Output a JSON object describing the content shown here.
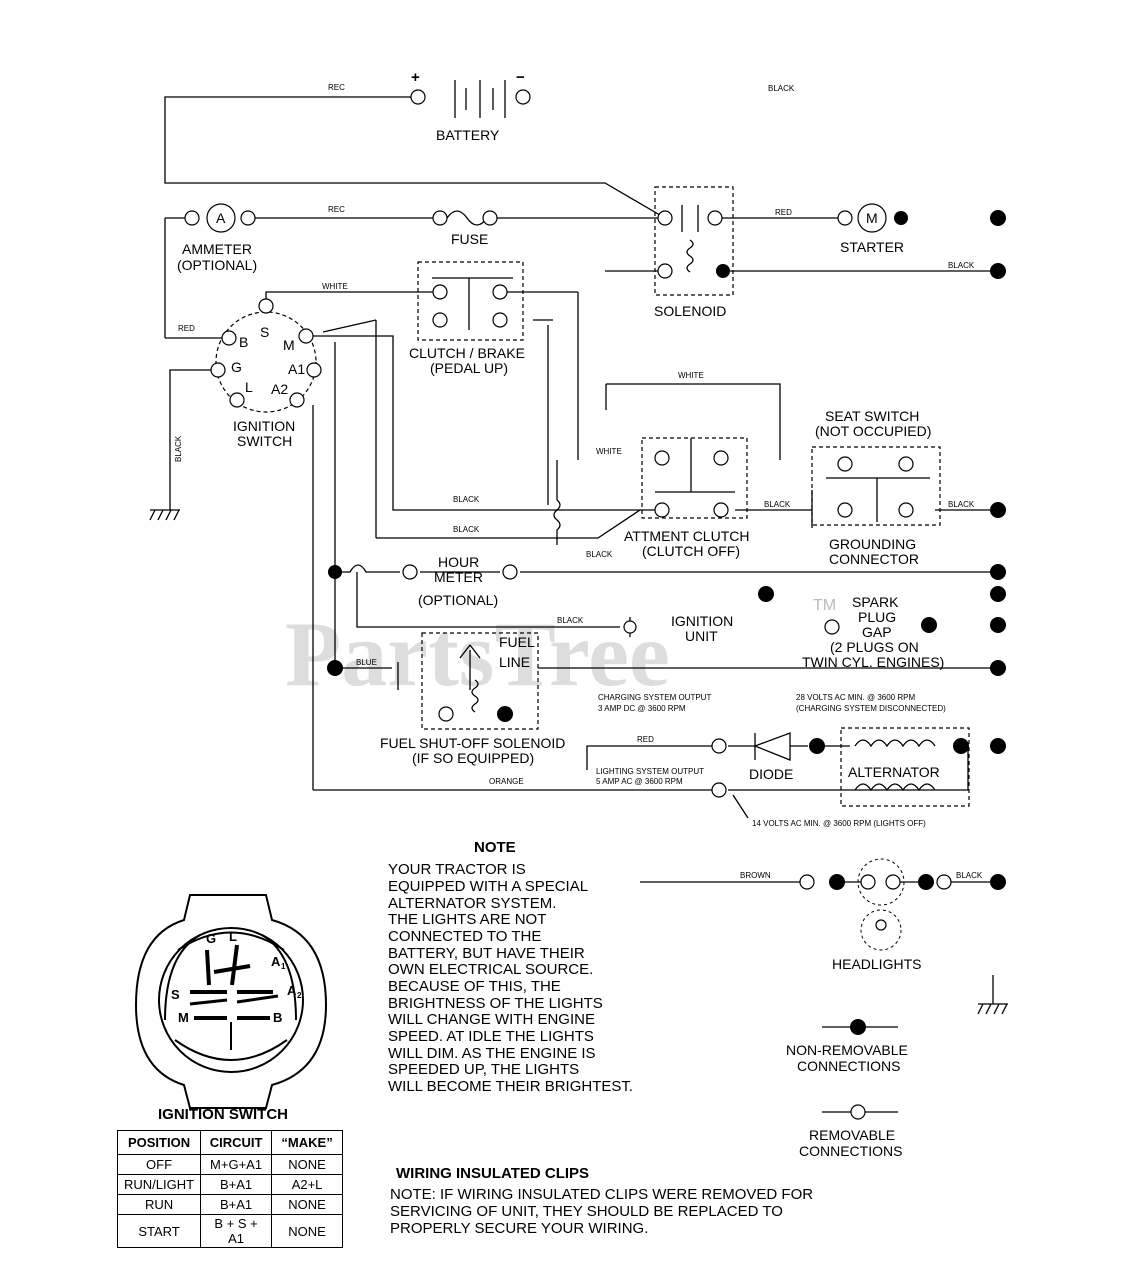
{
  "watermark": "PartsTree",
  "watermark_tm": "TM",
  "components": {
    "battery": "BATTERY",
    "battery_plus": "+",
    "battery_minus": "−",
    "ammeter_symbol": "A",
    "ammeter": "AMMETER",
    "ammeter_optional": "(OPTIONAL)",
    "fuse": "FUSE",
    "solenoid": "SOLENOID",
    "starter_symbol": "M",
    "starter": "STARTER",
    "clutch_brake": "CLUTCH / BRAKE",
    "clutch_brake_sub": "(PEDAL UP)",
    "ignition_switch_1": "IGNITION",
    "ignition_switch_2": "SWITCH",
    "seat_switch": "SEAT SWITCH",
    "seat_switch_sub": "(NOT OCCUPIED)",
    "attment_clutch": "ATTMENT CLUTCH",
    "attment_clutch_sub": "(CLUTCH OFF)",
    "grounding_1": "GROUNDING",
    "grounding_2": "CONNECTOR",
    "hour_meter_1": "HOUR",
    "hour_meter_2": "METER",
    "hour_meter_sub": "(OPTIONAL)",
    "ignition_unit_1": "IGNITION",
    "ignition_unit_2": "UNIT",
    "spark_1": "SPARK",
    "spark_2": "PLUG",
    "spark_3": "GAP",
    "spark_4": "(2 PLUGS ON",
    "spark_5": "TWIN CYL. ENGINES)",
    "fuel_line_1": "FUEL",
    "fuel_line_2": "LINE",
    "fuel_solenoid": "FUEL SHUT-OFF SOLENOID",
    "fuel_solenoid_sub": "(IF SO EQUIPPED)",
    "charging_output_1": "CHARGING SYSTEM OUTPUT",
    "charging_output_2": "3 AMP DC @ 3600 RPM",
    "ac_min_1": "28 VOLTS AC MIN. @ 3600 RPM",
    "ac_min_2": "(CHARGING SYSTEM DISCONNECTED)",
    "diode": "DIODE",
    "alternator": "ALTERNATOR",
    "lighting_output_1": "LIGHTING SYSTEM OUTPUT",
    "lighting_output_2": "5 AMP AC @ 3600 RPM",
    "lights_off": "14 VOLTS AC MIN. @ 3600 RPM (LIGHTS OFF)",
    "headlights": "HEADLIGHTS",
    "non_removable_1": "NON-REMOVABLE",
    "non_removable_2": "CONNECTIONS",
    "removable_1": "REMOVABLE",
    "removable_2": "CONNECTIONS"
  },
  "terminals": {
    "B": "B",
    "S": "S",
    "M": "M",
    "G": "G",
    "L": "L",
    "A1": "A1",
    "A2": "A2"
  },
  "switch_face": {
    "G": "G",
    "L": "L",
    "A1": "A",
    "A1_sub": "1",
    "S": "S",
    "A2": "A",
    "A2_sub": "2",
    "M": "M",
    "B": "B"
  },
  "wires": {
    "red_top": "REC",
    "black_top": "BLACK",
    "red_fuse": "REC",
    "red_starter": "RED",
    "black_solenoid": "BLACK",
    "white_clutch": "WHITE",
    "red_switch": "RED",
    "black_ground": "BLACK",
    "white_seat": "WHITE",
    "white_att": "WHITE",
    "black_1": "BLACK",
    "black_2": "BLACK",
    "black_3": "BLACK",
    "black_seat_l": "BLACK",
    "black_seat_r": "BLACK",
    "black_ign_unit": "BLACK",
    "blue": "BLUE",
    "red_charge": "RED",
    "orange": "ORANGE",
    "brown": "BROWN",
    "black_head": "BLACK"
  },
  "note": {
    "title": "NOTE",
    "lines": [
      "YOUR TRACTOR IS",
      "EQUIPPED WITH A SPECIAL",
      "ALTERNATOR SYSTEM.",
      "THE LIGHTS ARE NOT",
      "CONNECTED TO THE",
      "BATTERY, BUT HAVE THEIR",
      "OWN ELECTRICAL SOURCE.",
      "BECAUSE OF THIS, THE",
      "BRIGHTNESS OF THE LIGHTS",
      "WILL CHANGE WITH ENGINE",
      "SPEED.  AT IDLE THE LIGHTS",
      "WILL DIM.  AS THE ENGINE IS",
      "SPEEDED UP, THE LIGHTS",
      "WILL BECOME THEIR BRIGHTEST."
    ]
  },
  "clips": {
    "title": "WIRING INSULATED CLIPS",
    "lines": [
      "NOTE: IF WIRING INSULATED CLIPS WERE REMOVED FOR",
      "SERVICING OF UNIT, THEY SHOULD BE REPLACED TO",
      "PROPERLY SECURE YOUR WIRING."
    ]
  },
  "ignition_table": {
    "title": "IGNITION SWITCH",
    "headers": [
      "POSITION",
      "CIRCUIT",
      "“MAKE”"
    ],
    "rows": [
      [
        "OFF",
        "M+G+A1",
        "NONE"
      ],
      [
        "RUN/LIGHT",
        "B+A1",
        "A2+L"
      ],
      [
        "RUN",
        "B+A1",
        "NONE"
      ],
      [
        "START",
        "B + S + A1",
        "NONE"
      ]
    ]
  }
}
